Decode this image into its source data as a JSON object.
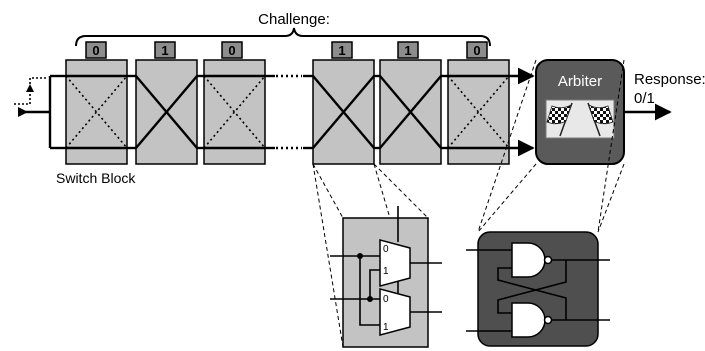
{
  "labels": {
    "challenge": "Challenge:",
    "switch_block": "Switch Block",
    "arbiter": "Arbiter",
    "response": "Response:",
    "response_value": "0/1"
  },
  "challenge_bits": [
    "0",
    "1",
    "0",
    "1",
    "1",
    "0"
  ],
  "mux_inputs": {
    "top": [
      "0",
      "1"
    ],
    "bottom": [
      "0",
      "1"
    ]
  },
  "colors": {
    "switch_fill": "#c3c3c3",
    "bit_fill": "#8d8d8d",
    "arbiter_fill": "#5a5a5a",
    "latch_fill": "#4f4f4f",
    "line": "#000000",
    "text_on_dark": "#ffffff"
  },
  "icons": {
    "arbiter_picture": "checkered-flags-icon"
  }
}
